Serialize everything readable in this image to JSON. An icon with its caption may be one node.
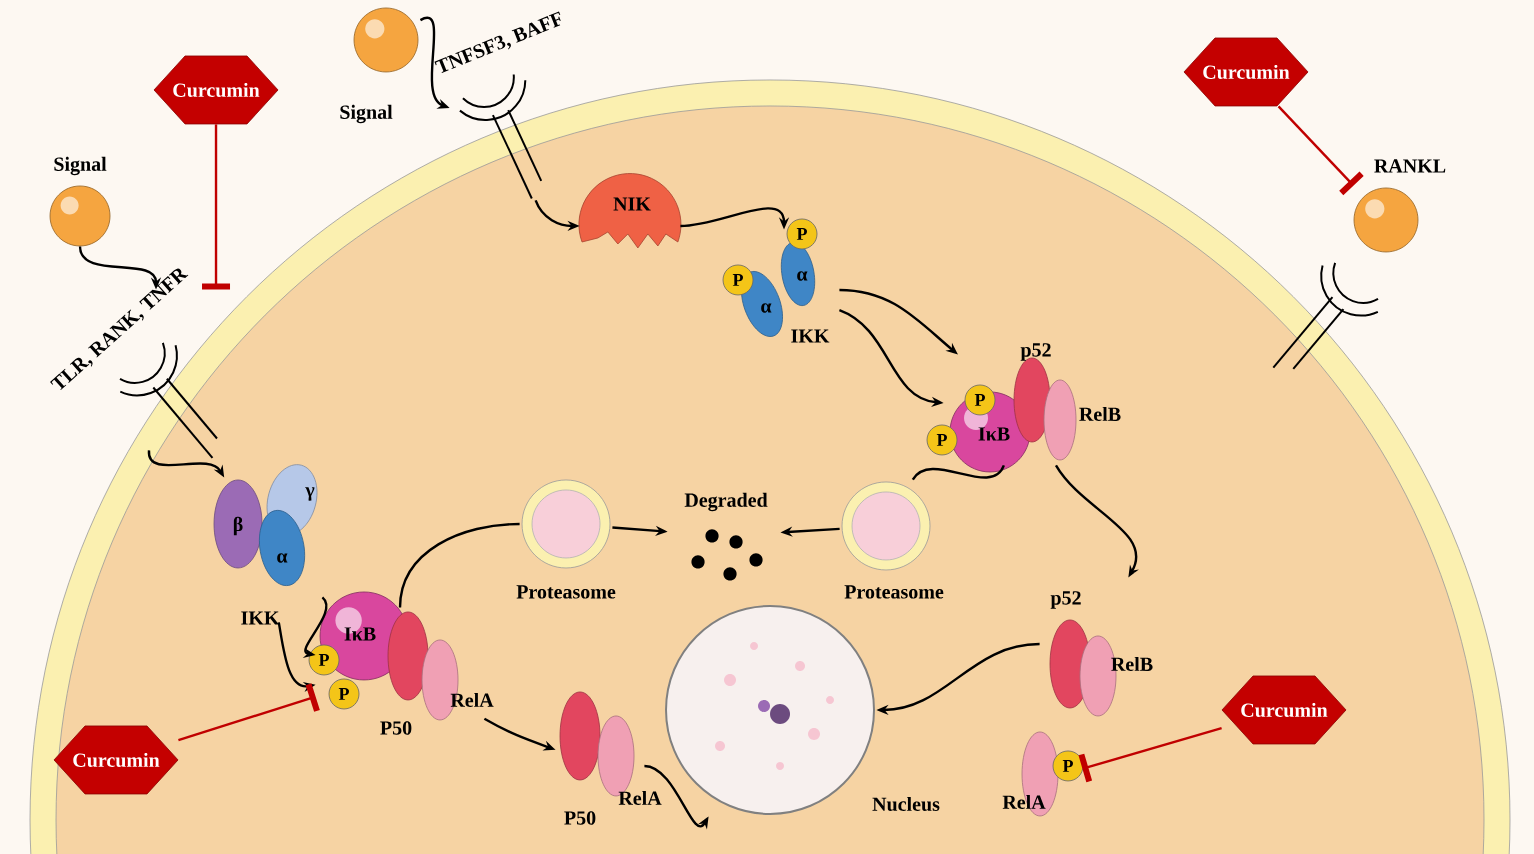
{
  "diagram": {
    "nodes": [
      {
        "text": [
          "Signal"
        ]
      },
      {
        "text": [
          "Curcumin"
        ]
      },
      {
        "text": [
          "TLR, RANK, TNFR"
        ]
      },
      {
        "text": [
          "Signal"
        ]
      },
      {
        "text": [
          "TNFSF3, BAFF"
        ]
      },
      {
        "text": [
          "NIK"
        ]
      },
      {
        "text": [
          "P",
          "α",
          "P",
          "α",
          "IKK"
        ]
      },
      {
        "text": [
          "P",
          "P",
          "IκB",
          "p52",
          "RelB"
        ]
      },
      {
        "text": [
          "Proteasome"
        ]
      },
      {
        "text": [
          "Degraded"
        ]
      },
      {
        "text": [
          "Proteasome"
        ]
      },
      {
        "text": [
          "β",
          "γ",
          "α",
          "IKK"
        ]
      },
      {
        "text": [
          "IκB",
          "P",
          "P",
          "P50",
          "RelA"
        ]
      },
      {
        "text": [
          "Curcumin"
        ]
      },
      {
        "text": [
          "P50",
          "RelA"
        ]
      },
      {
        "text": [
          "Nucleus"
        ]
      },
      {
        "text": [
          "p52",
          "RelB"
        ]
      },
      {
        "text": [
          "P",
          "RelA"
        ]
      },
      {
        "text": [
          "Curcumin"
        ]
      },
      {
        "text": [
          "Curcumin"
        ]
      },
      {
        "text": [
          "RANKL"
        ]
      },
      {
        "text": [],
        "shape": "receptor"
      }
    ],
    "edges": [
      {
        "from": 0,
        "to": 2,
        "arrow": "to"
      },
      {
        "from": 1,
        "to": 2,
        "arrow": "other",
        "color": "#c00000"
      },
      {
        "from": 2,
        "to": 11,
        "arrow": "to"
      },
      {
        "from": 11,
        "to": 12,
        "arrow": "to"
      },
      {
        "from": 11,
        "to": 12,
        "arrow": "to"
      },
      {
        "from": 13,
        "to": 12,
        "arrow": "other",
        "color": "#c00000"
      },
      {
        "from": 12,
        "to": 10,
        "arrow": "none"
      },
      {
        "from": 10,
        "to": 9,
        "arrow": "to"
      },
      {
        "from": 8,
        "to": 9,
        "arrow": "to"
      },
      {
        "from": 7,
        "to": 8,
        "arrow": "none"
      },
      {
        "from": 12,
        "to": 14,
        "arrow": "to"
      },
      {
        "from": 14,
        "to": 15,
        "arrow": "to"
      },
      {
        "from": 3,
        "to": 4,
        "arrow": "to"
      },
      {
        "from": 4,
        "to": 5,
        "arrow": "to"
      },
      {
        "from": 5,
        "to": 6,
        "arrow": "to"
      },
      {
        "from": 6,
        "to": 7,
        "arrow": "to"
      },
      {
        "from": 6,
        "to": 7,
        "arrow": "to"
      },
      {
        "from": 7,
        "to": 16,
        "arrow": "to"
      },
      {
        "from": 16,
        "to": 15,
        "arrow": "to"
      },
      {
        "from": 18,
        "to": 17,
        "arrow": "other",
        "color": "#c00000"
      },
      {
        "from": 19,
        "to": 20,
        "arrow": "other",
        "color": "#c00000"
      }
    ]
  }
}
